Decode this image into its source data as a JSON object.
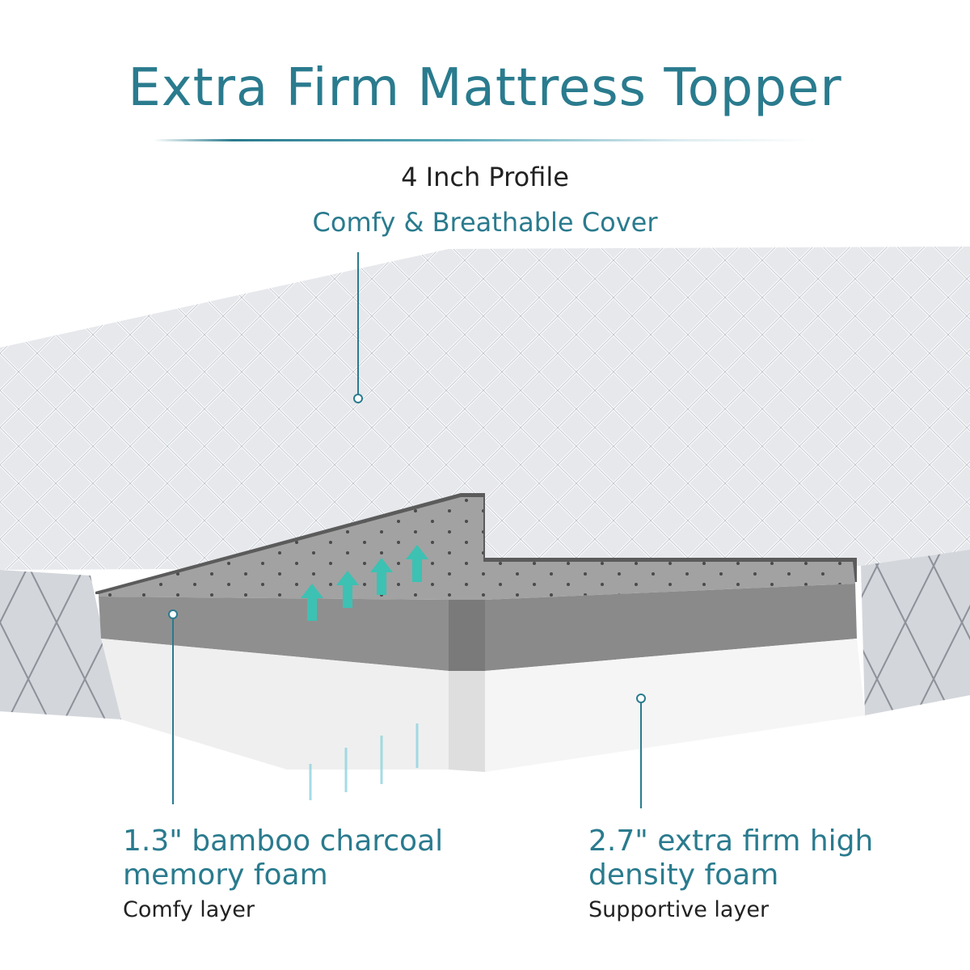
{
  "header": {
    "title": "Extra Firm Mattress Topper",
    "profile": "4 Inch Profile",
    "cover": "Comfy  & Breathable Cover"
  },
  "layers": {
    "left": {
      "title": "1.3\" bamboo charcoal\nmemory foam",
      "subtitle": "Comfy layer"
    },
    "right": {
      "title": "2.7\" extra firm high\ndensity foam",
      "subtitle": "Supportive layer"
    }
  },
  "colors": {
    "accent": "#2a7b8e",
    "arrow": "#3cc1b3",
    "cover": "#e4e6ea",
    "memory_foam": "#9a9a9a",
    "support_foam": "#f2f2f2"
  }
}
